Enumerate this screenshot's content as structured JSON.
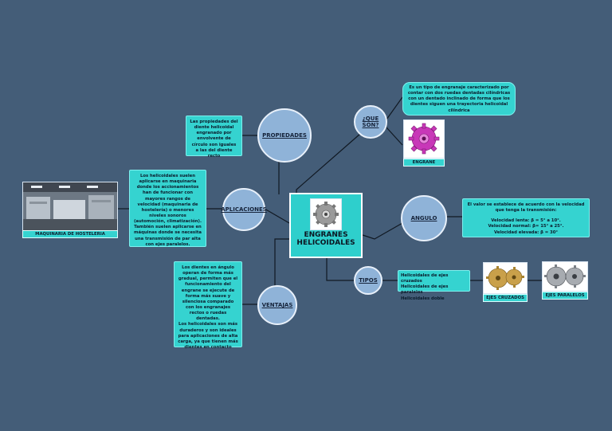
{
  "center": {
    "title": "ENGRANES HELICOIDALES"
  },
  "nodes": {
    "que_son": "¿QUE SON?",
    "propiedades": "PROPIEDADES",
    "aplicaciones": "APLICACIONES",
    "ventajas": "VENTAJAS",
    "angulo": "ANGULO",
    "tipos": "TIPOS"
  },
  "texts": {
    "que_son": "Es un tipo de engranaje caracterizado por contar con dos ruedas dentadas cilíndricas con un dentado inclinado de forma que los dientes siguen una trayectoria helicoidal cilíndrica",
    "propiedades": "Las propiedades del diente helicoidal engranado por envolvente de círculo son iguales a las del diente recto",
    "aplicaciones": "Los helicoidales suelen aplicarse en maquinaria donde los accionamientos han de funcionar con mayores rangos de velocidad (maquinaria de hostelería) o menores niveles sonoros (automoción, climatización). También suelen aplicarse en máquinas donde se necesita una transmisión de par alta con ejes paralelos.",
    "ventajas_1": "Los dientes en ángulo operan de forma más gradual, permiten que el funcionamiento del engrane se ejecute de forma más suave y silenciosa comparado con los engranajes rectos o ruedas dentadas.",
    "ventajas_2": "Los helicoidales son más duraderos y son ideales para aplicaciones de alta carga, ya que tienen más dientes en contacto",
    "angulo_intro": "El valor se establece de acuerdo con la velocidad que tenga la transmisión:",
    "angulo_lines": [
      "Velocidad lenta: β = 5° a 10°.",
      "Velocidad normal: β= 15° a 25°.",
      "Velocidad elevada: β = 30°"
    ],
    "tipos_lines": [
      "Helicoidales de ejes cruzados",
      "Helicoidales de ejes paralelos",
      "Helicoidales doble"
    ]
  },
  "captions": {
    "engrane": "ENGRANE",
    "hosteleria": "MAQUINARIA DE HOSTELERIA",
    "cruzados": "EJES CRUZADOS",
    "paralelos": "EJES PARALELOS"
  },
  "colors": {
    "background": "#445d78",
    "box": "#35d3d0",
    "node": "#8fb3d8",
    "gear_magenta": "#c837b8",
    "gear_gold": "#c9a04a"
  }
}
